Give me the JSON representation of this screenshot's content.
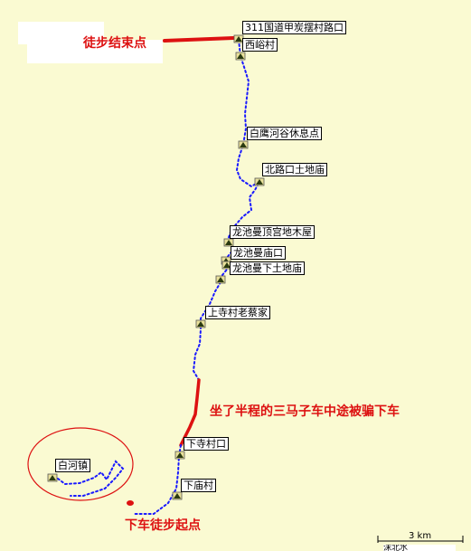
{
  "colors": {
    "background": "#fafad2",
    "route": "#1a1aff",
    "annotation": "#dd1111",
    "label_bg": "#ffffff"
  },
  "icons": {
    "poi": "campsite-icon"
  },
  "pois": [
    {
      "id": "poi-1",
      "label": "311国道甲炭摆村路口"
    },
    {
      "id": "poi-2",
      "label": "西峪村"
    },
    {
      "id": "poi-3",
      "label": "白鹰河谷休息点"
    },
    {
      "id": "poi-4",
      "label": "北路口土地庙"
    },
    {
      "id": "poi-5",
      "label": "龙池曼顶宫地木屋"
    },
    {
      "id": "poi-6",
      "label": "龙池曼庙口"
    },
    {
      "id": "poi-7",
      "label": "龙池曼下土地庙"
    },
    {
      "id": "poi-8",
      "label": "上寺村老蔡家"
    },
    {
      "id": "poi-9",
      "label": "下寺村口"
    },
    {
      "id": "poi-10",
      "label": "下庙村"
    },
    {
      "id": "poi-11",
      "label": "白河镇"
    }
  ],
  "annotations": {
    "end_point": "徒步结束点",
    "mid_route": "坐了半程的三马子车中途被骗下车",
    "start_point": "下车徒步起点"
  },
  "scale": {
    "label": "3 km",
    "cut_text": "沫北水"
  }
}
